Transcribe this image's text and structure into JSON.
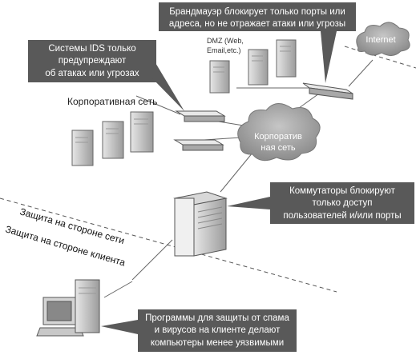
{
  "callouts": {
    "firewall": [
      "Брандмауэр блокирует только порты или",
      "адреса, но не отражает атаки или угрозы"
    ],
    "ids": [
      "Системы IDS только",
      "предупреждают",
      "об атаках или угрозах"
    ],
    "switches": [
      "Коммутаторы блокируют",
      "только доступ",
      "пользователей и/или порты"
    ],
    "client_software": [
      "Программы для защиты от спама",
      "и вирусов на клиенте делают",
      "компьютеры менее уязвимыми"
    ]
  },
  "labels": {
    "internet": "Internet",
    "dmz": [
      "DMZ (Web,",
      "Email,etc.)"
    ],
    "corporate_network": "Корпоративная сеть",
    "corporate_cloud": [
      "Корпоратив",
      "ная сеть"
    ],
    "network_side": "Защита на стороне сети",
    "client_side": "Защита на стороне клиента"
  },
  "colors": {
    "callout_bg": "#595959",
    "callout_text": "#ffffff",
    "cloud_fill": "#9a9a9a",
    "device": "#c8c8c8"
  }
}
